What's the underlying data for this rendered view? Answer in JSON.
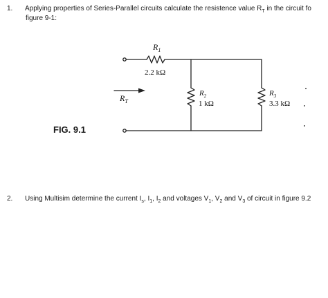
{
  "question1": {
    "number": "1.",
    "line1_pre": "Applying properties of Series-Parallel circuits calculate the resistence value R",
    "line1_sub": "T",
    "line1_post": " in the circuit fo",
    "line2": "figure 9-1:"
  },
  "figure": {
    "label": "FIG. 9.1",
    "r1": {
      "name": "R",
      "sub": "1",
      "value": "2.2 kΩ"
    },
    "r2": {
      "name": "R",
      "sub": "2",
      "value": "1 kΩ"
    },
    "r3": {
      "name": "R",
      "sub": "3",
      "value": "3.3 kΩ"
    },
    "rt": {
      "name": "R",
      "sub": "T"
    }
  },
  "question2": {
    "number": "2.",
    "text_a": "Using Multisim determine the current I",
    "s1": "s",
    "text_b": ", I",
    "s2": "1",
    "text_c": ", I",
    "s3": "2",
    "text_d": " and voltages V",
    "s4": "1",
    "text_e": ", V",
    "s5": "2",
    "text_f": " and V",
    "s6": "3",
    "text_g": " of circuit in figure 9.2"
  }
}
